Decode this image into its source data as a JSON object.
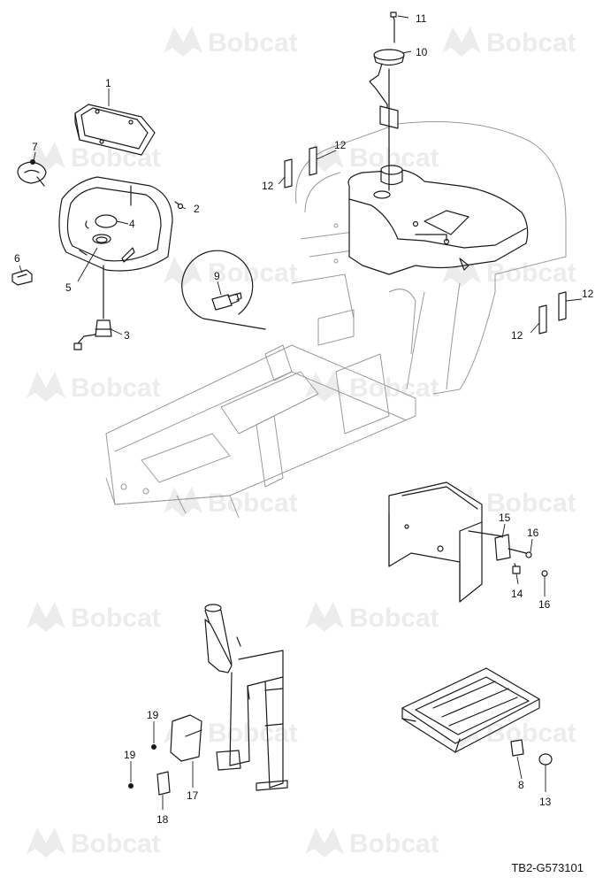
{
  "drawing_code": "TB2-G573101",
  "watermark": {
    "brand": "Bobcat"
  },
  "callouts": [
    {
      "id": "c1",
      "label": "1"
    },
    {
      "id": "c2",
      "label": "2"
    },
    {
      "id": "c3",
      "label": "3"
    },
    {
      "id": "c4",
      "label": "4"
    },
    {
      "id": "c5",
      "label": "5"
    },
    {
      "id": "c6",
      "label": "6"
    },
    {
      "id": "c7",
      "label": "7"
    },
    {
      "id": "c8",
      "label": "8"
    },
    {
      "id": "c9",
      "label": "9"
    },
    {
      "id": "c10",
      "label": "10"
    },
    {
      "id": "c11",
      "label": "11"
    },
    {
      "id": "c12a",
      "label": "12"
    },
    {
      "id": "c12b",
      "label": "12"
    },
    {
      "id": "c12c",
      "label": "12"
    },
    {
      "id": "c12d",
      "label": "12"
    },
    {
      "id": "c13",
      "label": "13"
    },
    {
      "id": "c14",
      "label": "14"
    },
    {
      "id": "c15",
      "label": "15"
    },
    {
      "id": "c16a",
      "label": "16"
    },
    {
      "id": "c16b",
      "label": "16"
    },
    {
      "id": "c17",
      "label": "17"
    },
    {
      "id": "c18",
      "label": "18"
    },
    {
      "id": "c19a",
      "label": "19"
    },
    {
      "id": "c19b",
      "label": "19"
    }
  ],
  "colors": {
    "line": "#1a1a1a",
    "frame": "#9a9a9a",
    "watermark": "#ececec"
  }
}
